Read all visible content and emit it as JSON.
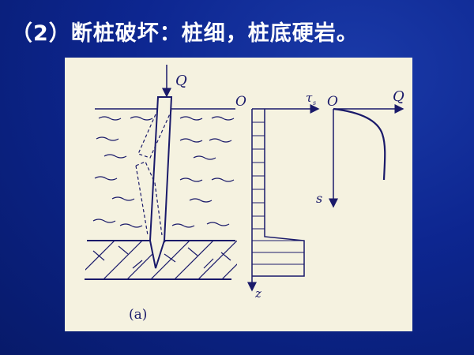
{
  "slide": {
    "title": "（2）断桩破坏：桩细，桩底硬岩。"
  },
  "figure": {
    "load_label": "Q",
    "tau_origin": "O",
    "tau_axis": "τ",
    "tau_sub": "s",
    "z_axis": "z",
    "qs_origin": "O",
    "qs_x_axis": "Q",
    "qs_y_axis": "s",
    "caption": "(a)"
  },
  "colors": {
    "ink": "#1a1a6a",
    "paper": "#f5f2e0",
    "background": "#0d2690"
  }
}
